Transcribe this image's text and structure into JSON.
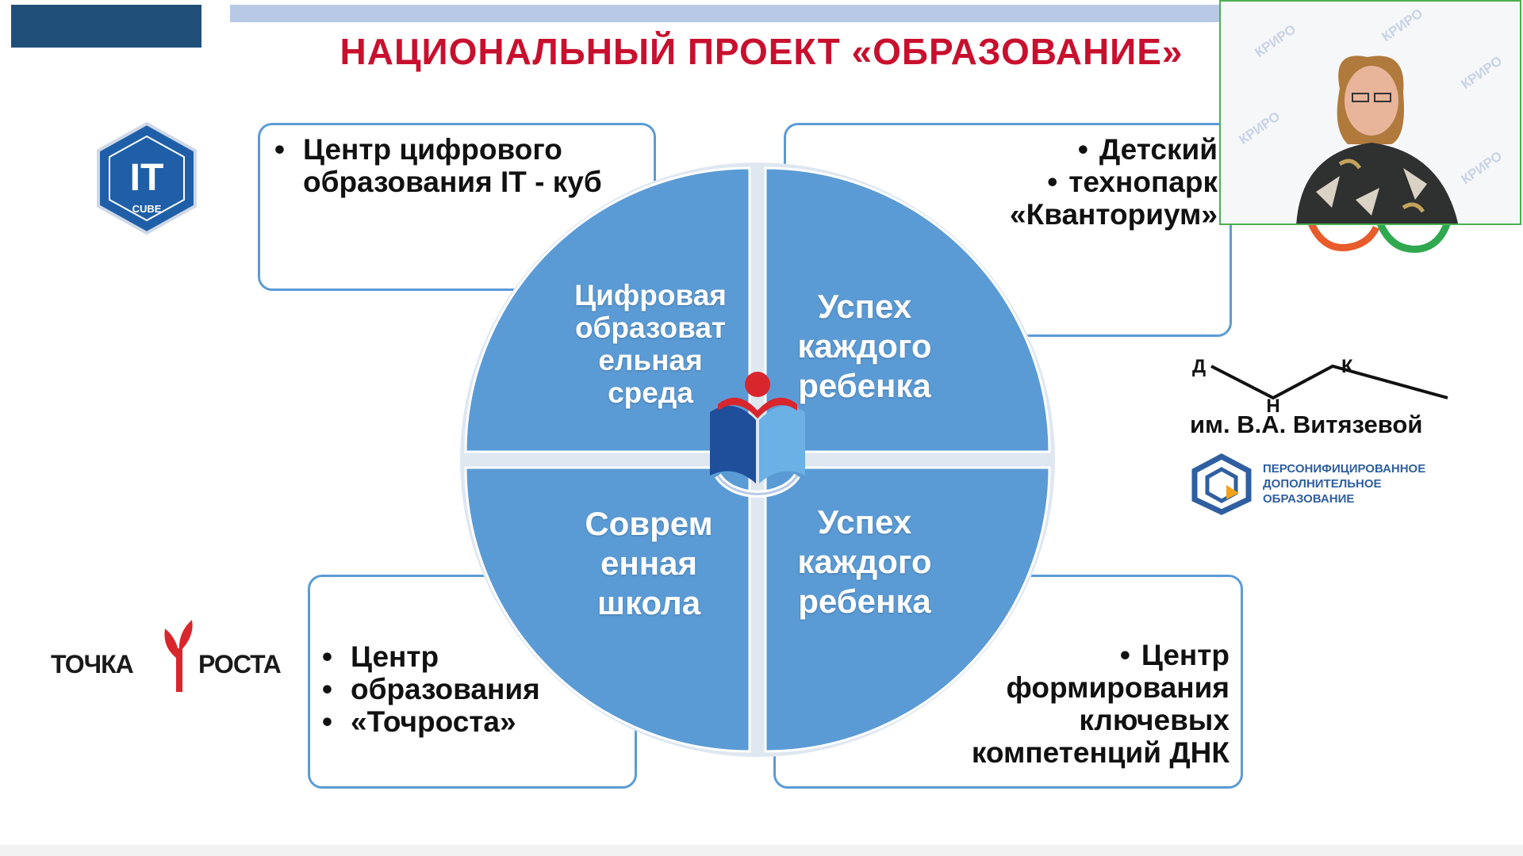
{
  "title": "НАЦИОНАЛЬНЫЙ ПРОЕКТ «ОБРАЗОВАНИЕ»",
  "colors": {
    "title": "#c8102e",
    "circle": "#5b9bd5",
    "box_border": "#5b9bd5",
    "header_block": "#1f4e79"
  },
  "quadrants": {
    "top_left": [
      "Цифровая",
      "образоват",
      "ельная",
      "среда"
    ],
    "top_right": [
      "Успех",
      "каждого",
      "ребенка"
    ],
    "bottom_left": [
      "Соврем",
      "енная",
      "школа"
    ],
    "bottom_right": [
      "Успех",
      "каждого",
      "ребенка"
    ]
  },
  "boxes": {
    "top_left": [
      "Центр цифрового образования IT - куб"
    ],
    "top_right": [
      "Детский",
      "технопарк «Кванториум»"
    ],
    "bottom_left": [
      "Центр",
      "образования",
      "«Точроста»"
    ],
    "bottom_right": [
      "Центр формирования ключевых компетенций ДНК"
    ]
  },
  "logos": {
    "it_cube": {
      "big": "IT",
      "small": "CUBE",
      "icon": "it-cube-logo"
    },
    "tochka_rosta": {
      "left": "ТОЧКА",
      "right": "РОСТА"
    },
    "dnk": {
      "letters": [
        "Д",
        "Н",
        "К"
      ],
      "name": "им. В.А. Витязевой"
    },
    "pfdo": [
      "ПЕРСОНИФИЦИРОВАННОЕ",
      "ДОПОЛНИТЕЛЬНОЕ",
      "ОБРАЗОВАНИЕ"
    ]
  },
  "webcam": {
    "watermark": "КРИРО"
  }
}
